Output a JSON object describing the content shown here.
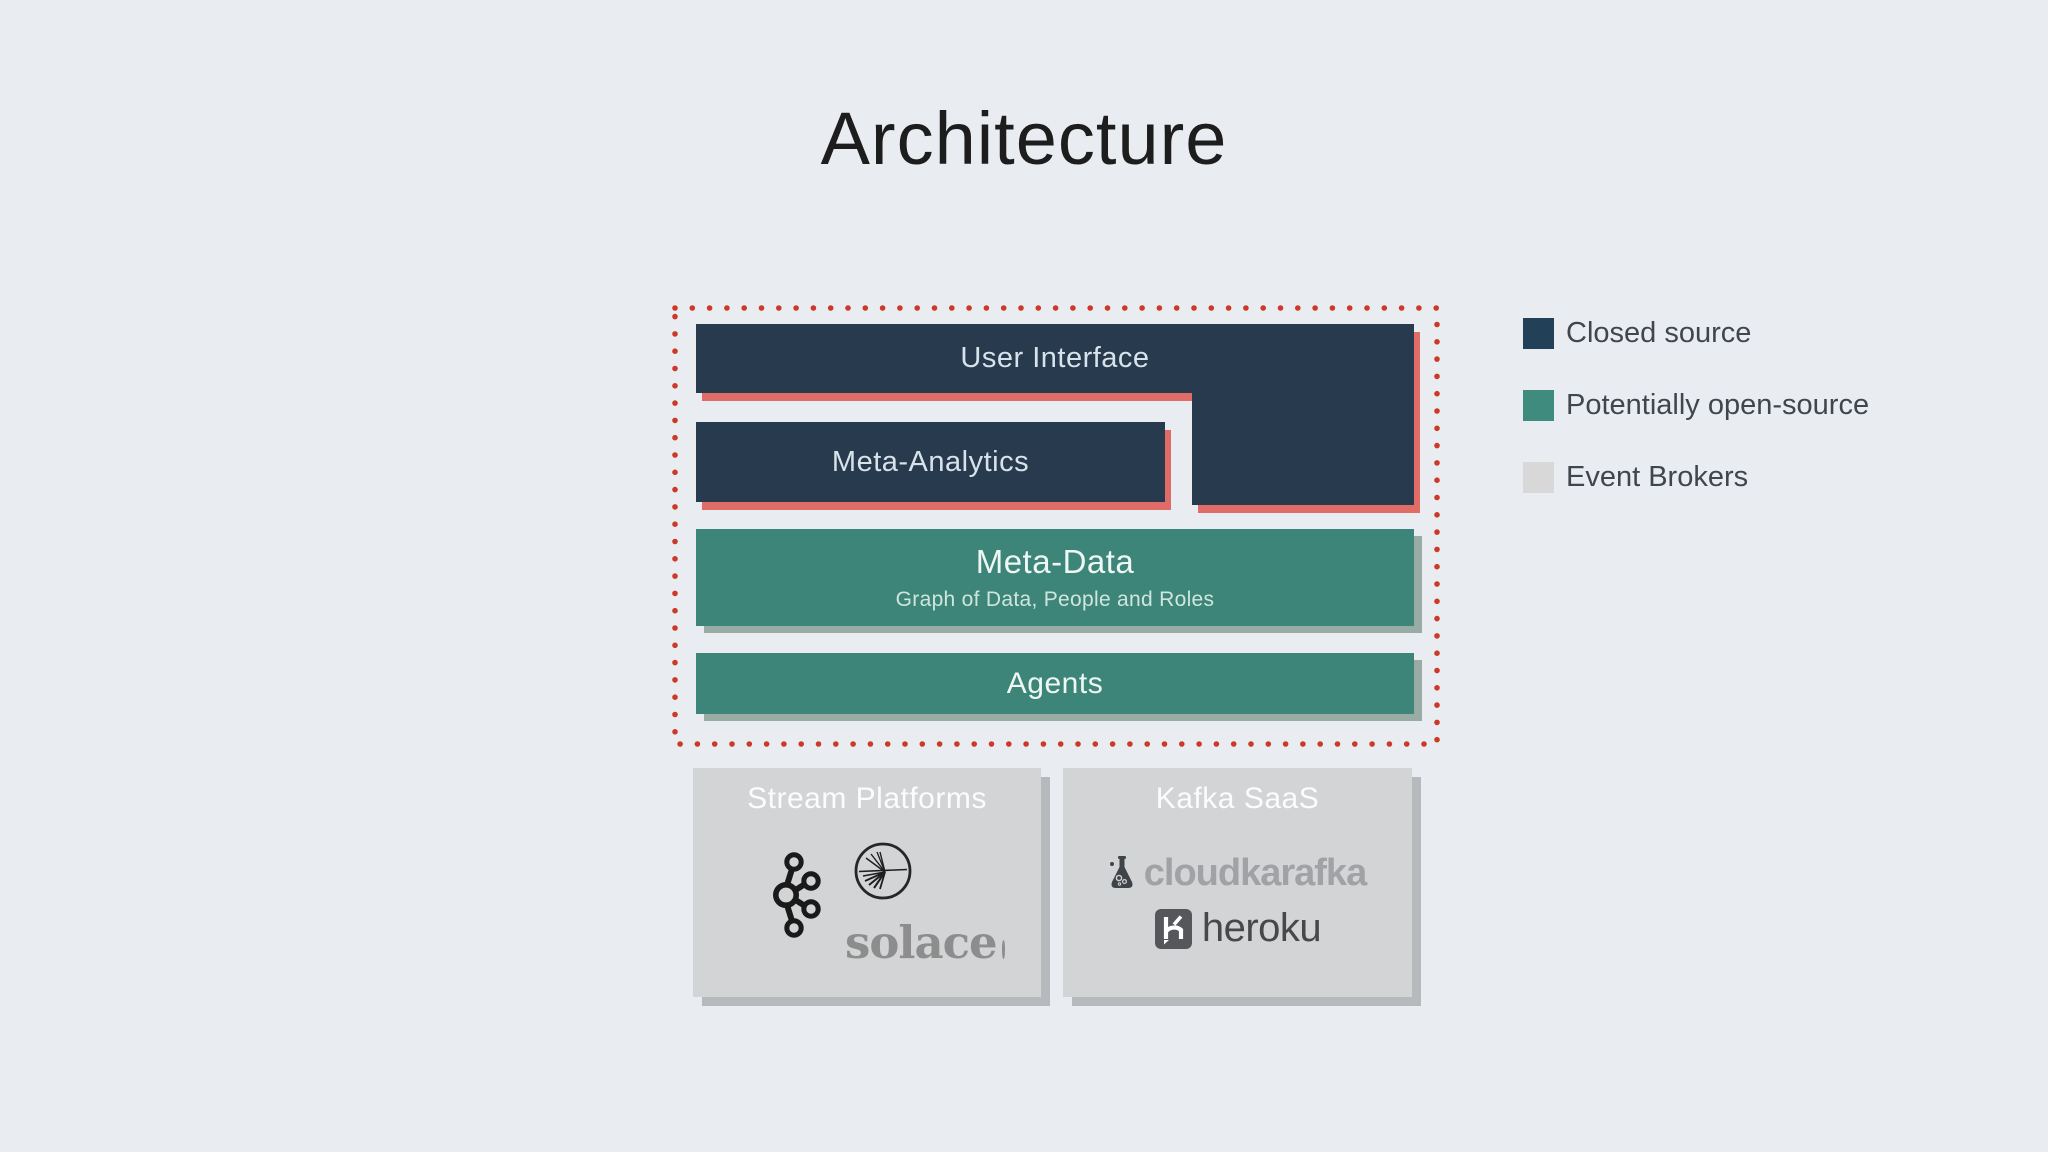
{
  "slide": {
    "title": "Architecture"
  },
  "stack": {
    "user_interface": "User Interface",
    "meta_analytics": "Meta-Analytics",
    "meta_data": "Meta-Data",
    "meta_data_subtitle": "Graph of Data, People and Roles",
    "agents": "Agents"
  },
  "legend": {
    "items": [
      {
        "label": "Closed source",
        "color": "#234059"
      },
      {
        "label": "Potentially open-source",
        "color": "#3f8b7d"
      },
      {
        "label": "Event Brokers",
        "color": "#d7d8d7"
      }
    ]
  },
  "providers": {
    "stream_platforms": {
      "title": "Stream Platforms",
      "solace_wordmark": "solace",
      "icons": [
        "kafka-icon",
        "solace-burst-icon"
      ]
    },
    "kafka_saas": {
      "title": "Kafka SaaS",
      "cloudkarafka_wordmark": "cloudkarafka",
      "heroku_wordmark": "heroku",
      "icons": [
        "cloudkarafka-flask-icon",
        "heroku-h-badge-icon"
      ]
    }
  },
  "colors": {
    "background": "#e9edf2",
    "closed_source_navy": "#273a4e",
    "open_source_teal": "#3e8579",
    "event_broker_gray": "#d3d4d5",
    "salmon_shadow": "#df6c66",
    "dotted_border_red": "#ce3826",
    "teal_box_shadow": "#98aca5",
    "gray_box_shadow": "#b7babc",
    "title_text": "#1d1d1d",
    "legend_text": "#40464c"
  }
}
